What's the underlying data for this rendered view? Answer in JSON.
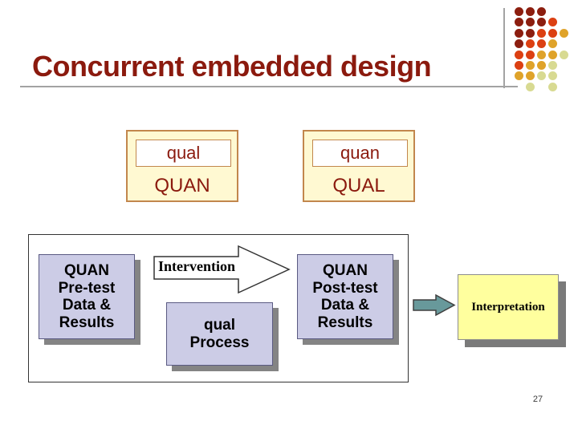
{
  "slide": {
    "title": "Concurrent embedded design",
    "page_number": "27"
  },
  "top_boxes": {
    "left": {
      "inner_label": "qual",
      "outer_label": "QUAN"
    },
    "right": {
      "inner_label": "quan",
      "outer_label": "QUAL"
    }
  },
  "diagram": {
    "pretest_box": {
      "lines": [
        "QUAN",
        "Pre-test",
        "Data &",
        "Results"
      ]
    },
    "intervention_arrow_label": "Intervention",
    "process_box": {
      "lines": [
        "qual",
        "Process"
      ]
    },
    "posttest_box": {
      "lines": [
        "QUAN",
        "Post-test",
        "Data &",
        "Results"
      ]
    },
    "interpretation_box": {
      "label": "Interpretation"
    }
  },
  "decoration": {
    "dot_colors": {
      "K": "#8C1E0F",
      "R": "#DC4012",
      "A": "#DFA32A",
      "P": "#D8DA92"
    },
    "dot_rows": [
      [
        "K",
        "K",
        "K",
        "",
        ""
      ],
      [
        "K",
        "K",
        "K",
        "R",
        ""
      ],
      [
        "K",
        "K",
        "R",
        "R",
        "A"
      ],
      [
        "K",
        "R",
        "R",
        "A",
        ""
      ],
      [
        "R",
        "R",
        "A",
        "A",
        "P"
      ],
      [
        "R",
        "A",
        "A",
        "P",
        ""
      ],
      [
        "A",
        "A",
        "P",
        "P",
        ""
      ],
      [
        "",
        "P",
        "",
        "P",
        ""
      ]
    ]
  },
  "colors": {
    "title_red": "#8B1A0E",
    "cream_fill": "#FFF9D2",
    "tan_border": "#C2874D",
    "lavender_fill": "#CCCCE6",
    "yellow_fill": "#FFFF9E",
    "teal_fill": "#68999B",
    "shadow_gray": "#848484",
    "line_gray": "#A3A3A3"
  }
}
